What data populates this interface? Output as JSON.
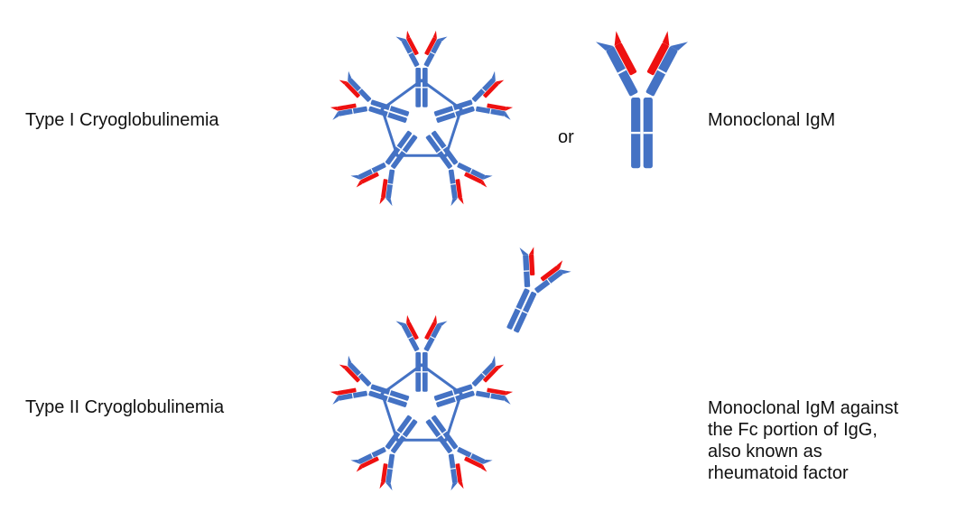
{
  "labels": {
    "type1": "Type I Cryoglobulinemia",
    "type2": "Type II Cryoglobulinemia",
    "or": "or",
    "monoclonal_igm": "Monoclonal IgM",
    "rheumatoid_factor_lines": [
      "Monoclonal IgM against",
      "the Fc portion of IgG,",
      "also known as",
      "rheumatoid factor"
    ]
  },
  "colors": {
    "heavy_chain": "#4472c4",
    "variable_region": "#ee1111",
    "highlight": "#ffffff",
    "text": "#111111"
  }
}
